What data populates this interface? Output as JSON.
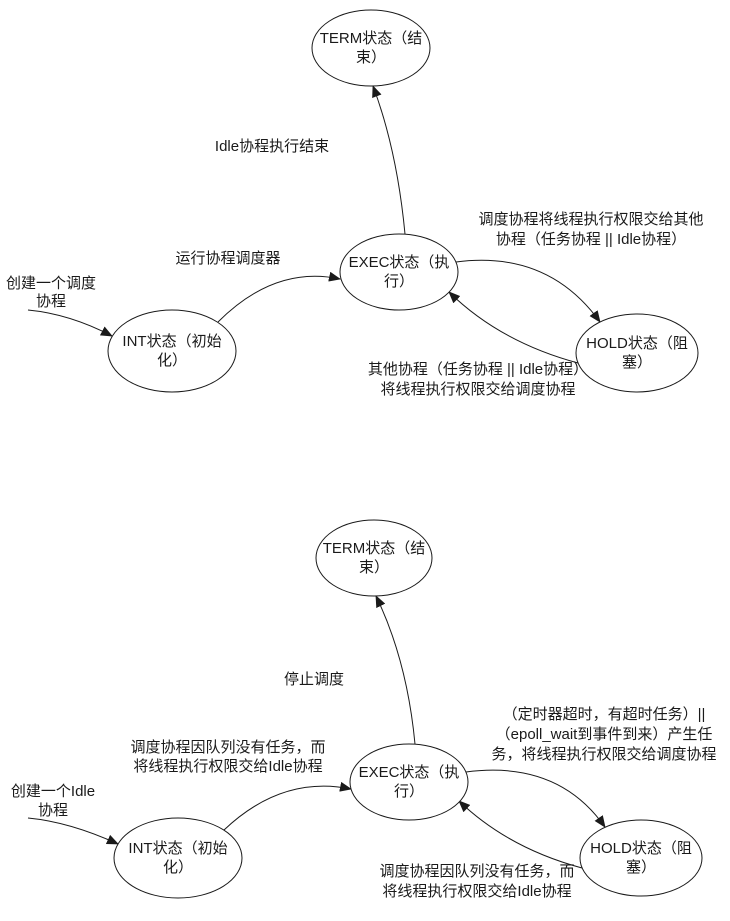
{
  "colors": {
    "stroke": "#1a1a1a",
    "background": "#ffffff",
    "node_fill": "#ffffff"
  },
  "diagram_top": {
    "states": {
      "term": [
        "TERM状态（结",
        "束）"
      ],
      "exec": [
        "EXEC状态（执",
        "行）"
      ],
      "init": [
        "INT状态（初始",
        "化）"
      ],
      "hold": [
        "HOLD状态（阻",
        "塞）"
      ]
    },
    "edges": {
      "create": [
        "创建一个调度",
        "协程"
      ],
      "run_scheduler": [
        "运行协程调度器"
      ],
      "idle_finish": [
        "Idle协程执行结束"
      ],
      "exec_to_hold": [
        "调度协程将线程执行权限交给其他",
        "协程（任务协程 || Idle协程）"
      ],
      "hold_to_exec": [
        "其他协程（任务协程 || Idle协程）",
        "将线程执行权限交给调度协程"
      ]
    }
  },
  "diagram_bottom": {
    "states": {
      "term": [
        "TERM状态（结",
        "束）"
      ],
      "exec": [
        "EXEC状态（执",
        "行）"
      ],
      "init": [
        "INT状态（初始",
        "化）"
      ],
      "hold": [
        "HOLD状态（阻",
        "塞）"
      ]
    },
    "edges": {
      "create": [
        "创建一个Idle",
        "协程"
      ],
      "stop": [
        "停止调度"
      ],
      "init_to_exec": [
        "调度协程因队列没有任务，而",
        "将线程执行权限交给Idle协程"
      ],
      "exec_to_hold": [
        "（定时器超时，有超时任务）||",
        "（epoll_wait到事件到来）产生任",
        "务，将线程执行权限交给调度协程"
      ],
      "hold_to_exec": [
        "调度协程因队列没有任务，而",
        "将线程执行权限交给Idle协程"
      ]
    }
  }
}
